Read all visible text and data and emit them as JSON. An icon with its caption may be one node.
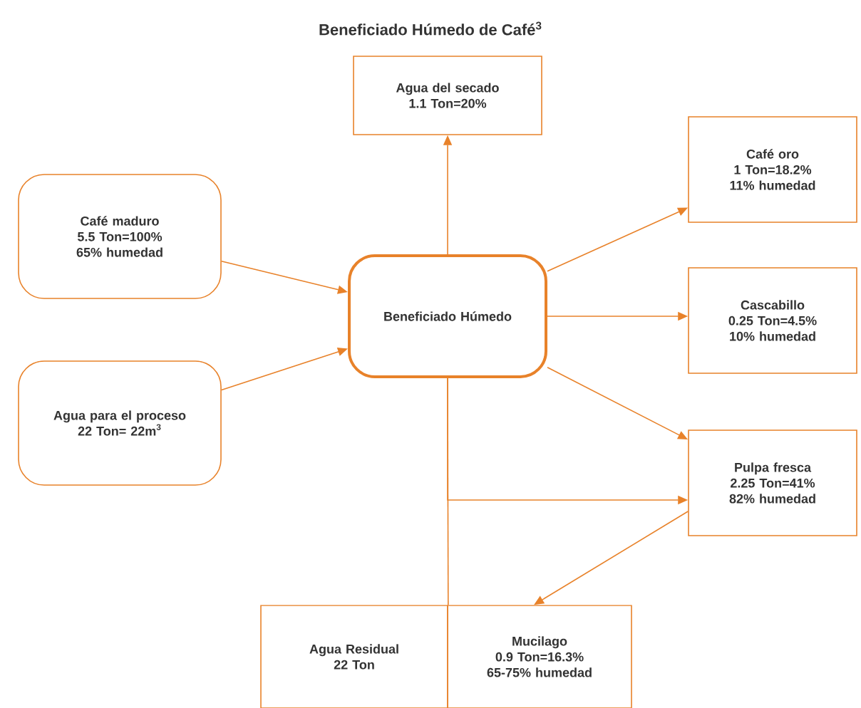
{
  "diagram": {
    "title": "Beneficiado Húmedo de Café$^{3}$",
    "nodes": [
      {
        "text": [
          "Café maduro",
          "5.5 Ton=100%",
          "65% humedad"
        ]
      },
      {
        "text": [
          "Agua para el proceso",
          "22 Ton= 22m$^{3}$"
        ]
      },
      {
        "text": [
          "Beneficiado Húmedo"
        ]
      },
      {
        "text": [
          "Agua del secado",
          "1.1 Ton=20%"
        ]
      },
      {
        "text": [
          "Café oro",
          "1 Ton=18.2%",
          "11% humedad"
        ]
      },
      {
        "text": [
          "Cascabillo",
          "0.25 Ton=4.5%",
          "10% humedad"
        ]
      },
      {
        "text": [
          "Pulpa fresca",
          "2.25 Ton=41%",
          "82% humedad"
        ]
      },
      {
        "text": [
          "Agua Residual",
          "22 Ton"
        ]
      },
      {
        "text": [
          "Mucilago",
          "0.9 Ton=16.3%",
          "65-75% humedad"
        ]
      }
    ],
    "edges": [
      {
        "from": 0,
        "to": 2,
        "arrow": "to"
      },
      {
        "from": 1,
        "to": 2,
        "arrow": "to"
      },
      {
        "from": 2,
        "to": 3,
        "arrow": "to"
      },
      {
        "from": 2,
        "to": 4,
        "arrow": "to"
      },
      {
        "from": 2,
        "to": 5,
        "arrow": "to"
      },
      {
        "from": 2,
        "to": 6,
        "arrow": "to"
      },
      {
        "from": 2,
        "to": 7,
        "arrow": "none"
      },
      {
        "from": 2,
        "to": 6,
        "arrow": "to"
      },
      {
        "from": 6,
        "to": 8,
        "arrow": "to"
      }
    ]
  }
}
